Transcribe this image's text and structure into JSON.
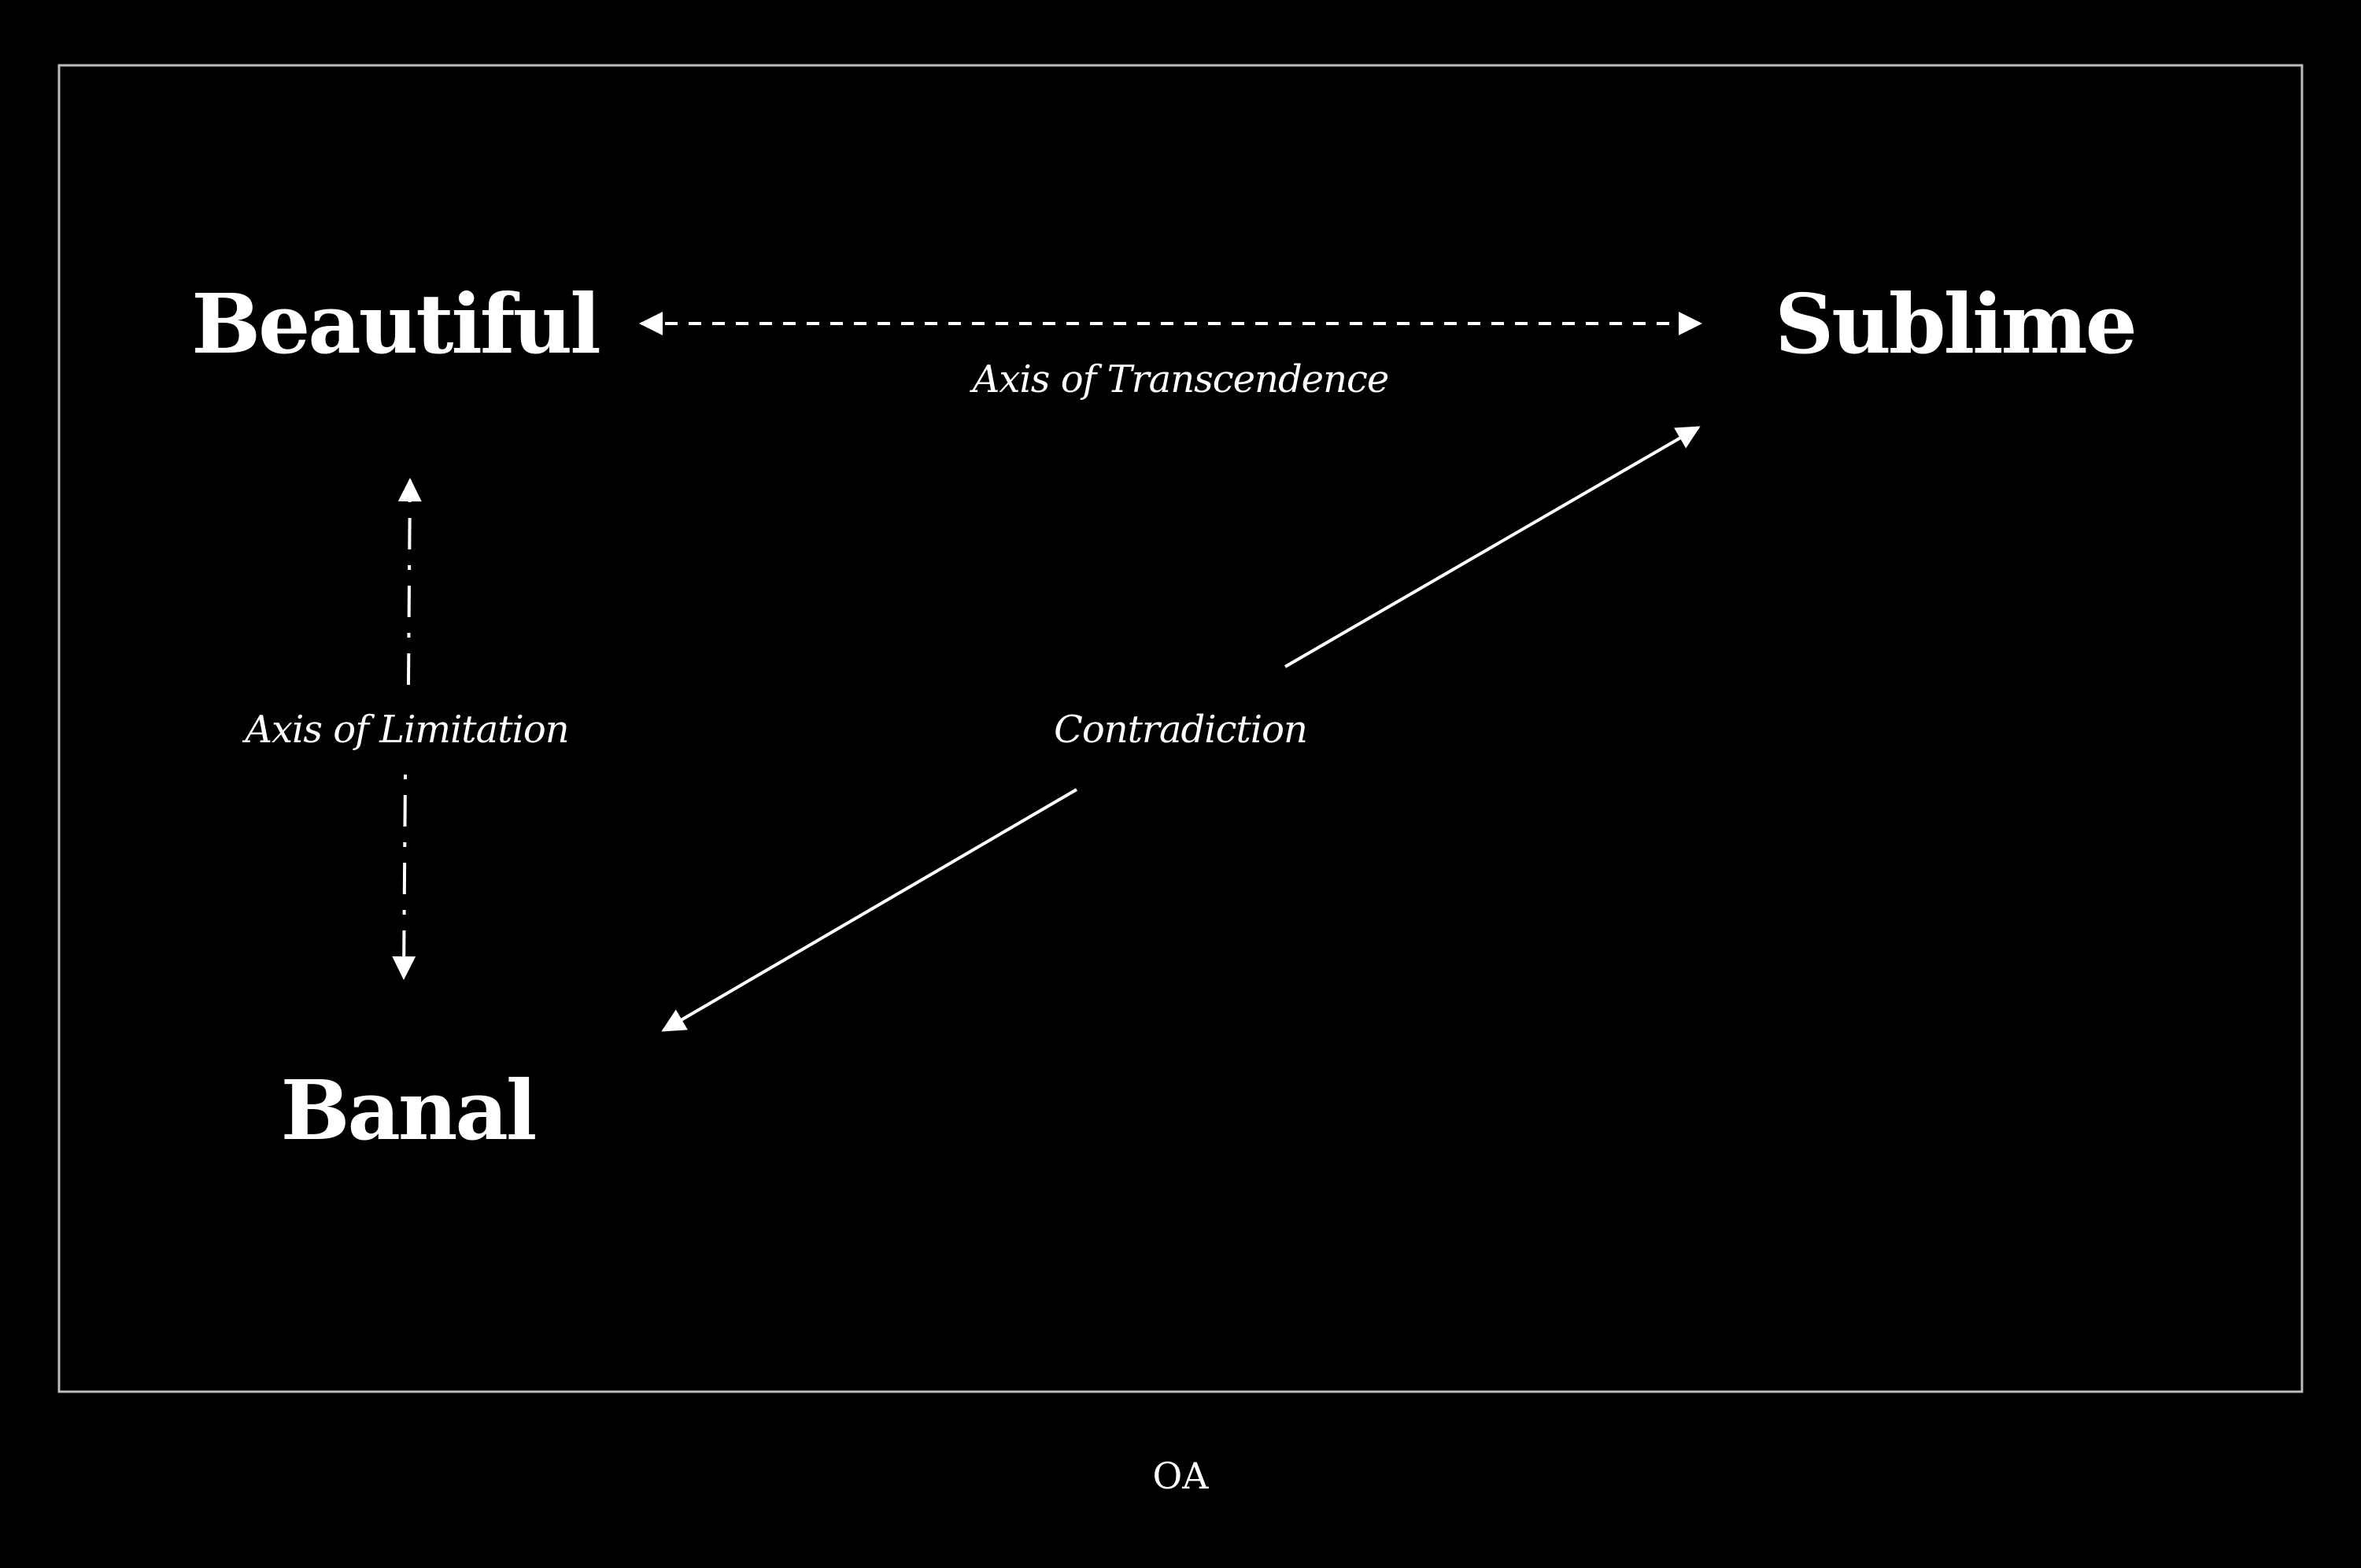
{
  "diagram": {
    "nodes": {
      "beautiful": "Beautiful",
      "sublime": "Sublime",
      "banal": "Banal"
    },
    "axes": {
      "transcendence": "Axis of Transcendence",
      "limitation": "Axis of Limitation",
      "contradiction": "Contradiction"
    },
    "footer": "OA"
  },
  "colors": {
    "background": "#000000",
    "foreground": "#ffffff",
    "frame": "#bdbdbd"
  }
}
